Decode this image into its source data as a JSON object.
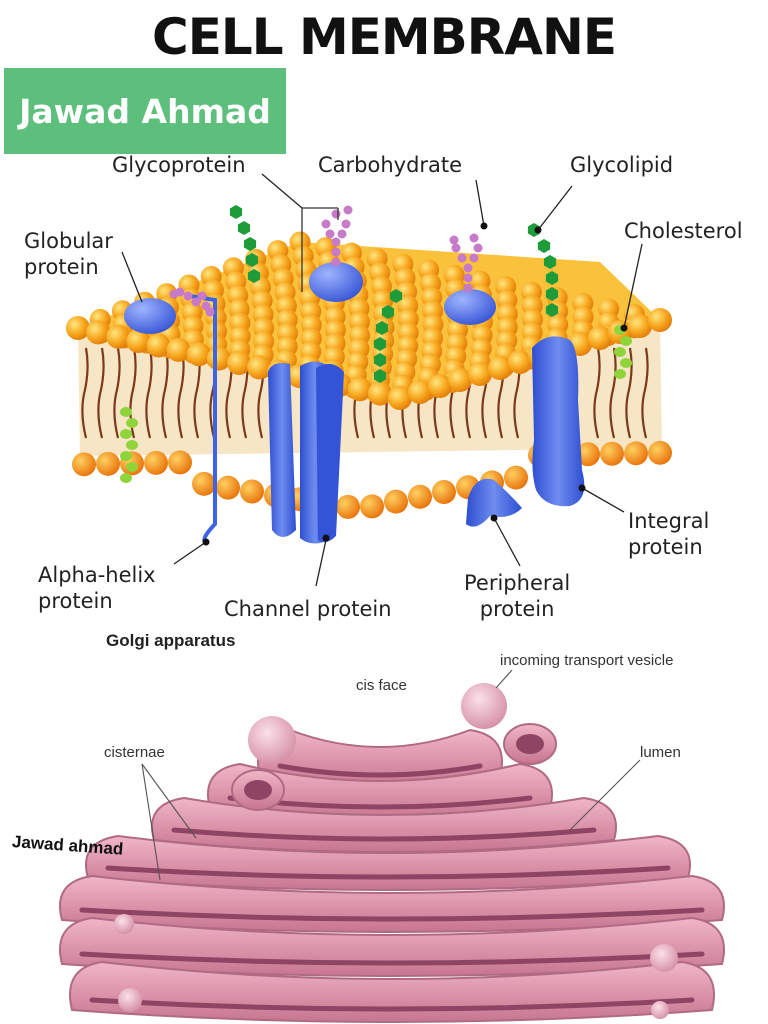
{
  "title": "CELL MEMBRANE",
  "author_badge": "Jawad Ahmad",
  "membrane": {
    "labels": {
      "glycoprotein": "Glycoprotein",
      "carbohydrate": "Carbohydrate",
      "glycolipid": "Glycolipid",
      "globular_protein": "Globular\nprotein",
      "cholesterol": "Cholesterol",
      "alpha_helix": "Alpha-helix\nprotein",
      "channel_protein": "Channel protein",
      "peripheral_protein": "Peripheral\nprotein",
      "integral_protein": "Integral\nprotein"
    }
  },
  "golgi": {
    "title": "Golgi apparatus",
    "labels": {
      "incoming_vesicle": "incoming transport vesicle",
      "cis_face": "cis face",
      "cisternae": "cisternae",
      "lumen": "lumen"
    },
    "signature": "Jawad ahmad"
  },
  "colors": {
    "lipid_head": "#f7a51c",
    "protein": "#4a6fe0",
    "glycan": "#c77ac8",
    "glycolipid": "#1e9c3a",
    "cholesterol": "#8ed43a",
    "golgi": "#d98aa4",
    "badge": "#5cbf7c"
  }
}
